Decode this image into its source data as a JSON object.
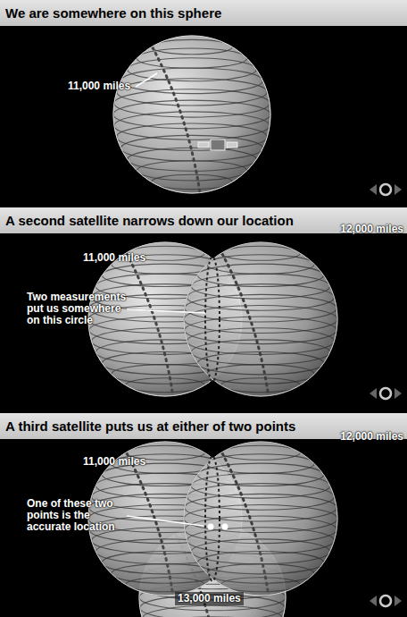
{
  "diagram": {
    "nodes": [
      {
        "text": [
          "We are somewhere on this sphere"
        ]
      },
      {
        "text": [
          "A second satellite narrows down our location"
        ]
      },
      {
        "text": [
          "A third satellite puts us at either of two points"
        ]
      }
    ],
    "labels": [
      "11,000 miles",
      "11,000 miles",
      "12,000 miles",
      "Two measurements put us somewhere on this circle",
      "11,000 miles",
      "12,000 miles",
      "One of these two points is the accurate location",
      "13,000 miles"
    ]
  }
}
